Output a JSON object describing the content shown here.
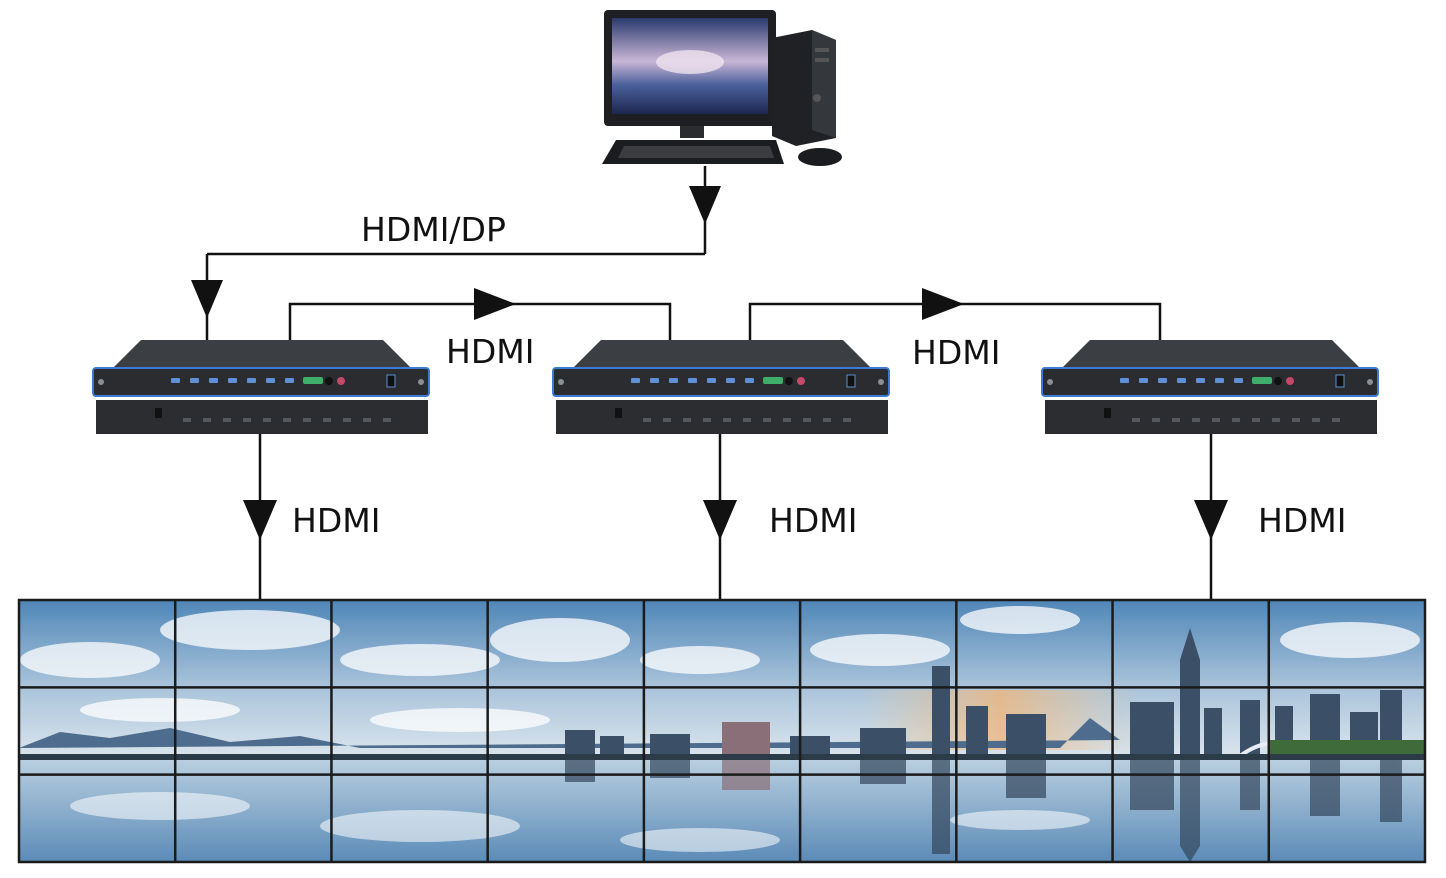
{
  "labels": {
    "pc_link": "HDMI/DP",
    "cascade_1": "HDMI",
    "cascade_2": "HDMI",
    "output_1": "HDMI",
    "output_2": "HDMI",
    "output_3": "HDMI"
  },
  "video_wall": {
    "columns": 9,
    "rows": 3
  },
  "colors": {
    "line": "#111111",
    "chassis": "#2a2c2f",
    "chassis_top": "#3b3e42",
    "port_highlight": "#3a7bd5",
    "sky_top": "#5f96c4",
    "sky_bottom": "#c8d8e6",
    "water": "#7fa6c6",
    "bezel": "#1b1b1b"
  }
}
